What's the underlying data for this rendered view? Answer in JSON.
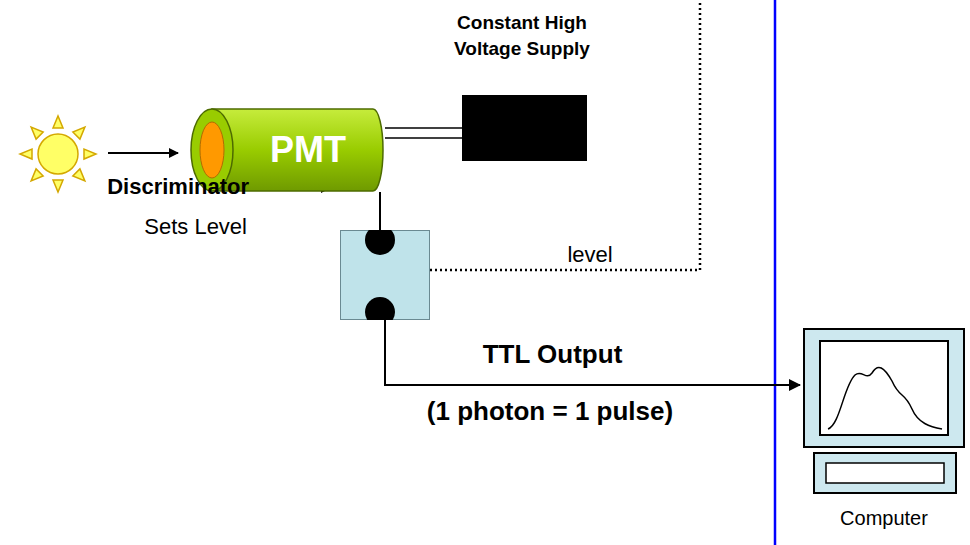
{
  "diagram": {
    "nodes": [
      {
        "text": [
          "PMT"
        ]
      },
      {
        "text": [
          "Constant High Voltage Supply"
        ]
      },
      {
        "text": [
          "Discriminator",
          "Sets Level"
        ]
      },
      {
        "text": [
          "Computer"
        ]
      }
    ],
    "edges": [
      {
        "from": 0,
        "to": 1,
        "arrow": "none"
      },
      {
        "from": 0,
        "to": 2,
        "arrow": "none"
      },
      {
        "from": 2,
        "to": 3,
        "label": "TTL Output",
        "arrow": "to"
      }
    ],
    "labels": [
      "level",
      "(1 photon = 1 pulse)"
    ]
  }
}
